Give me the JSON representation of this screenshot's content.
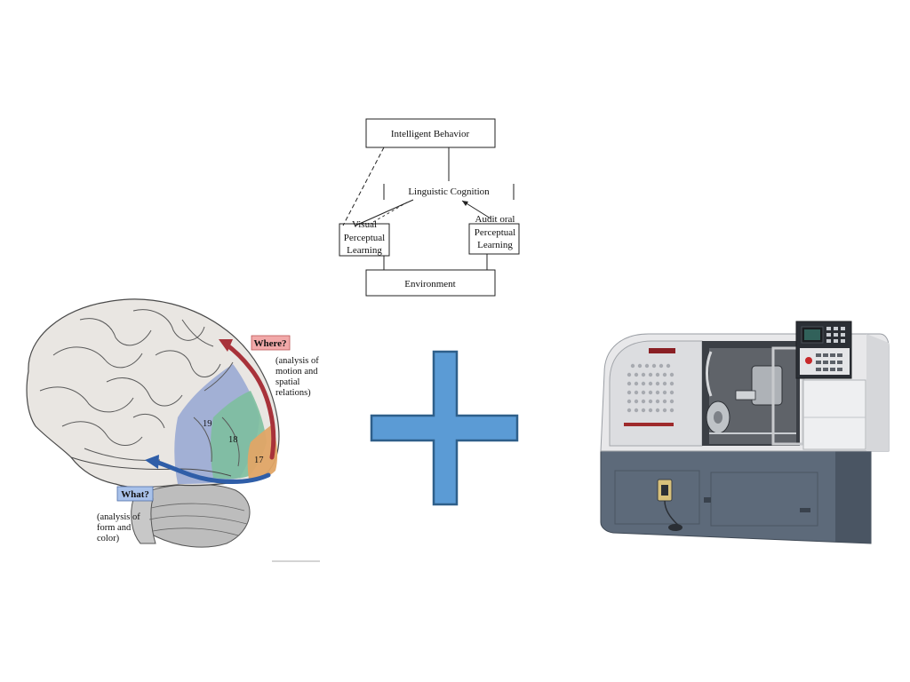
{
  "flowchart": {
    "intelligent_behavior": "Intelligent Behavior",
    "linguistic_cognition": "Linguistic Cognition",
    "visual_line1": "Visual",
    "visual_line2": "Perceptual",
    "visual_line3": "Learning",
    "auditoral_line1": "Audit oral",
    "auditoral_line2": "Perceptual",
    "auditoral_line3": "Learning",
    "environment": "Environment"
  },
  "brain": {
    "where_label": "Where?",
    "where_desc_1": "(analysis of",
    "where_desc_2": "motion and",
    "where_desc_3": "spatial",
    "where_desc_4": "relations)",
    "what_label": "What?",
    "what_desc_1": "(analysis of",
    "what_desc_2": "form and",
    "what_desc_3": "color)",
    "area_19": "19",
    "area_18": "18",
    "area_17": "17"
  },
  "colors": {
    "plus_fill": "#5b9bd5",
    "plus_stroke": "#2e5f8a",
    "where_arrow": "#a8323a",
    "what_arrow": "#2f5ea8",
    "area_19": "#9aaad4",
    "area_18": "#7dbf9f",
    "area_17": "#e0a566",
    "machine_body": "#5d6a7a",
    "machine_panel": "#e8e8ea"
  }
}
